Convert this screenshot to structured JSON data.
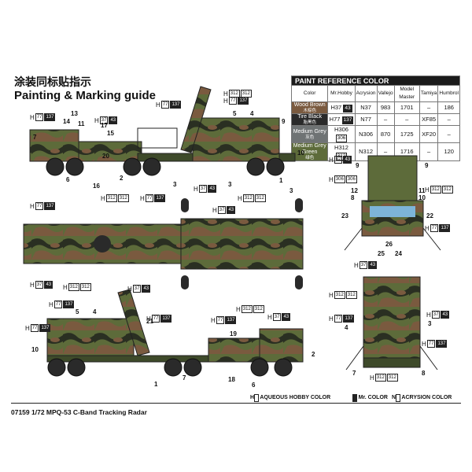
{
  "guide": {
    "title_cn": "涂装同标贴指示",
    "title_en": "Painting & Marking guide"
  },
  "ref_table": {
    "title": "PAINT  REFERENCE COLOR",
    "headers": [
      "Color",
      "Mr.Hobby",
      "Acrysion",
      "Vallejo",
      "Model Master",
      "Tamiya",
      "Humbrol"
    ],
    "rows": [
      {
        "name": "Wood Brown",
        "name_cn": "木棕色",
        "swatch": "#7a5a3f",
        "mr_hobby": "H37",
        "mr_code": "43",
        "acrysion": "N37",
        "vallejo": "983",
        "model_master": "1701",
        "tamiya": "–",
        "humbrol": "186"
      },
      {
        "name": "Tire Black",
        "name_cn": "胎黑色",
        "swatch": "#2a2a2a",
        "mr_hobby": "H77",
        "mr_code": "137",
        "acrysion": "N77",
        "vallejo": "–",
        "model_master": "–",
        "tamiya": "XF85",
        "humbrol": "–"
      },
      {
        "name": "Medium Grey",
        "name_cn": "灰色",
        "swatch": "#6f7374",
        "mr_hobby": "H306",
        "mr_code": "306",
        "acrysion": "N306",
        "vallejo": "870",
        "model_master": "1725",
        "tamiya": "XF20",
        "humbrol": "–"
      },
      {
        "name": "Medium Grey Green",
        "name_cn": "绿色",
        "swatch": "#5d6b3a",
        "mr_hobby": "H312",
        "mr_code": "312",
        "acrysion": "N312",
        "vallejo": "–",
        "model_master": "1716",
        "tamiya": "–",
        "humbrol": "120"
      }
    ]
  },
  "legend": {
    "aqueous": "AQUEOUS HOBBY COLOR",
    "mr_color": "Mr. COLOR",
    "acrysion": "ACRYSION COLOR",
    "h_mark": "H",
    "n_mark": "N"
  },
  "footer": {
    "text": "07159 1/72 MPQ-53 C-Band Tracking Radar"
  },
  "colors": {
    "wood_brown": "#7a5a3f",
    "tire_black": "#2a2a2a",
    "grey": "#6f7374",
    "green": "#5d6b3a",
    "dark_green": "#3e4a2a",
    "tan": "#8a7a55"
  },
  "callouts": {
    "side_top": [
      "14",
      "13",
      "11",
      "17",
      "15",
      "7",
      "5",
      "4",
      "6",
      "20",
      "16",
      "2",
      "3",
      "3",
      "1",
      "9",
      "3",
      "10"
    ],
    "side_bottom": [
      "5",
      "4",
      "21",
      "10",
      "18",
      "2",
      "19",
      "7",
      "6",
      "1"
    ],
    "front": [
      "9",
      "9",
      "12",
      "8",
      "11",
      "10",
      "23",
      "22",
      "25",
      "24",
      "26"
    ],
    "rear": [
      "4",
      "3",
      "7",
      "8"
    ]
  },
  "paint_labels": {
    "h37": "37",
    "h37b": "43",
    "h77": "77",
    "h77b": "137",
    "h312": "312",
    "h312b": "312",
    "h306": "306",
    "h306b": "306"
  }
}
